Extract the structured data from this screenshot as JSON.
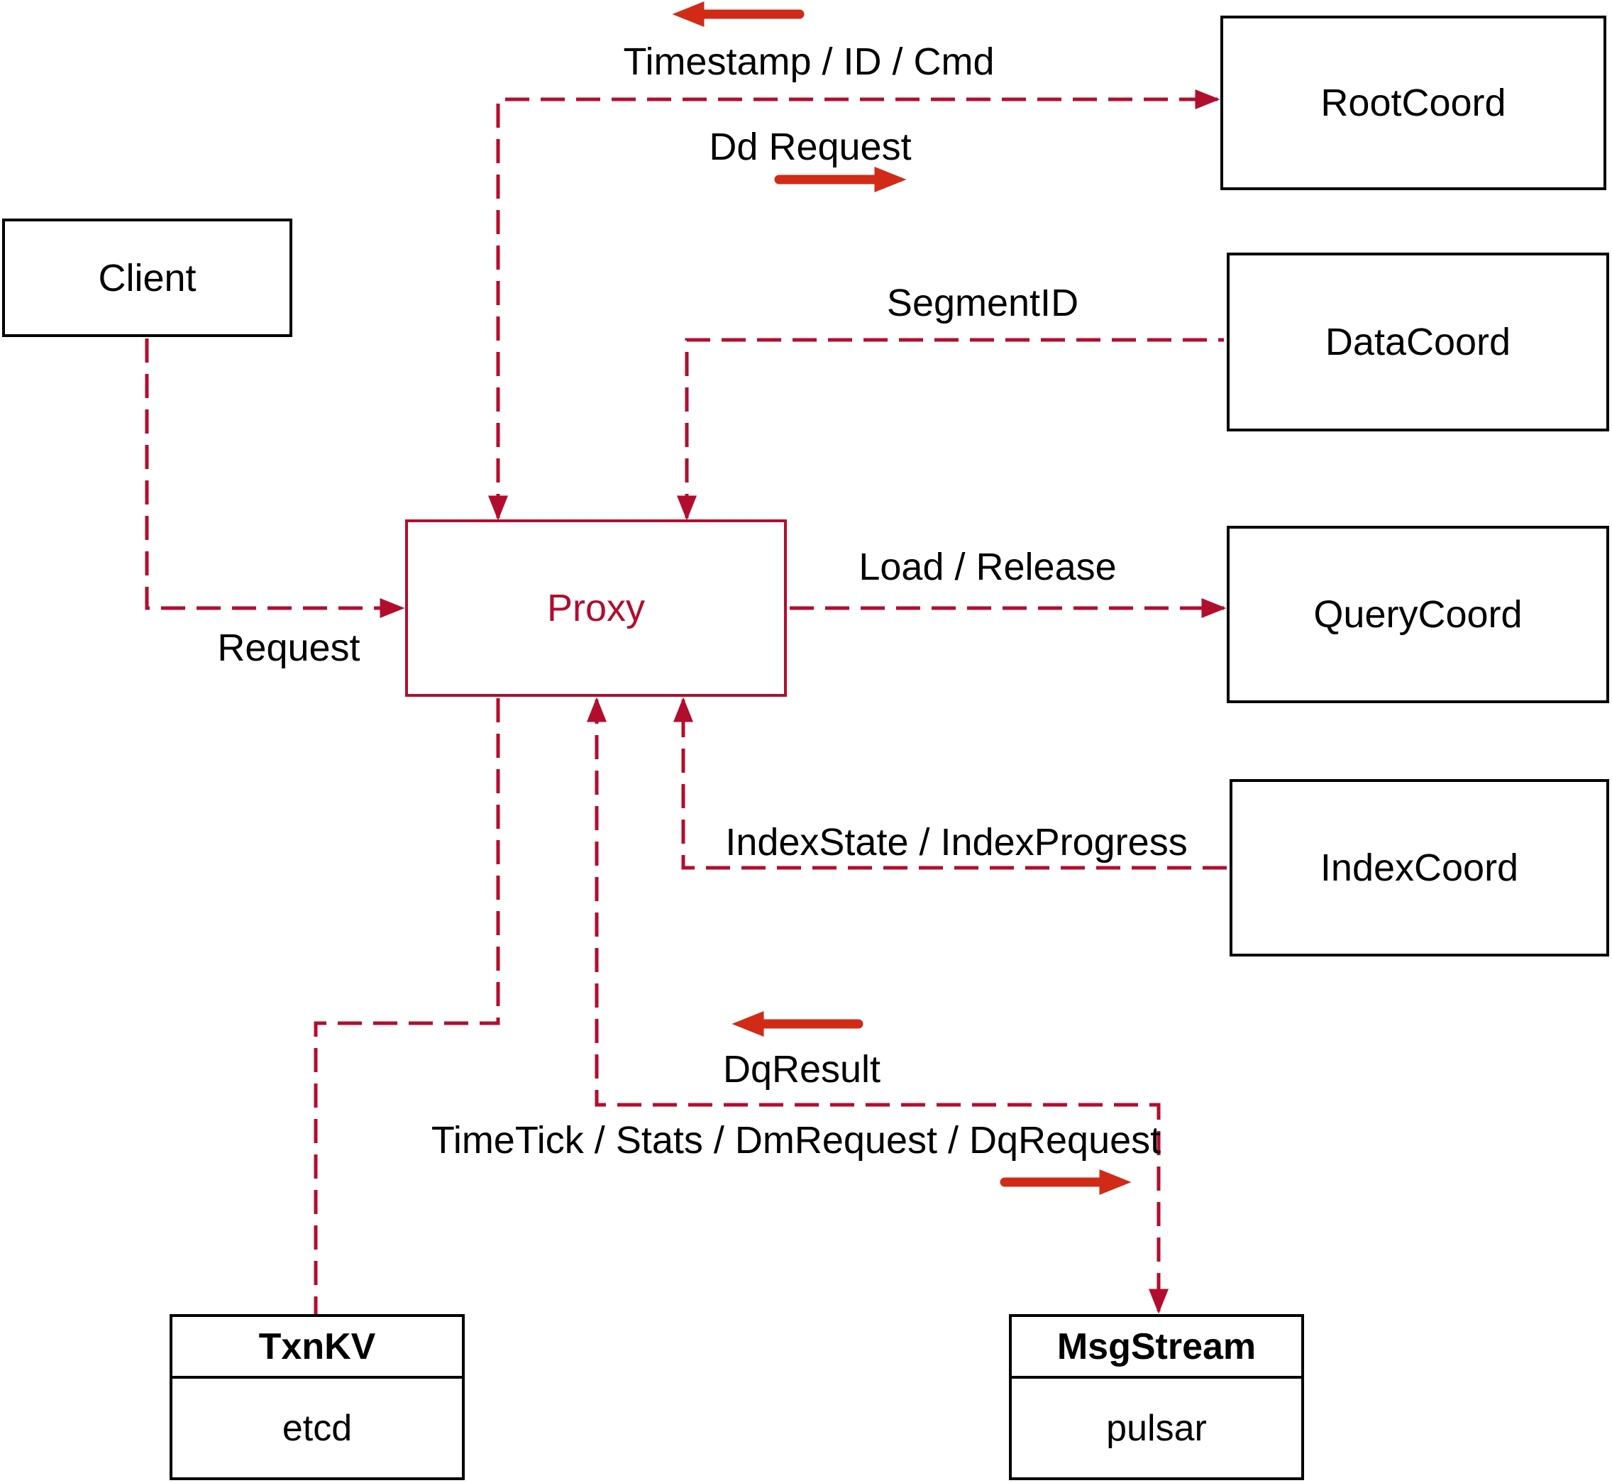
{
  "nodes": {
    "client": {
      "label": "Client"
    },
    "root_coord": {
      "label": "RootCoord"
    },
    "data_coord": {
      "label": "DataCoord"
    },
    "query_coord": {
      "label": "QueryCoord"
    },
    "index_coord": {
      "label": "IndexCoord"
    },
    "proxy": {
      "label": "Proxy"
    },
    "txn_kv": {
      "title": "TxnKV",
      "subtitle": "etcd"
    },
    "msg_stream": {
      "title": "MsgStream",
      "subtitle": "pulsar"
    }
  },
  "edges": {
    "proxy_rootcoord": {
      "from": "Proxy",
      "to": "RootCoord",
      "label_return": "Timestamp / ID / Cmd",
      "label_send": "Dd Request"
    },
    "datacoord_proxy": {
      "from": "DataCoord",
      "to": "Proxy",
      "label": "SegmentID"
    },
    "client_proxy": {
      "from": "Client",
      "to": "Proxy",
      "label": "Request"
    },
    "proxy_querycoord": {
      "from": "Proxy",
      "to": "QueryCoord",
      "label": "Load / Release"
    },
    "indexcoord_proxy": {
      "from": "IndexCoord",
      "to": "Proxy",
      "label": "IndexState / IndexProgress"
    },
    "proxy_msgstream": {
      "from": "Proxy",
      "to": "MsgStream",
      "label_return": "DqResult",
      "label_send": "TimeTick / Stats / DmRequest / DqRequest"
    },
    "proxy_txnkv": {
      "from": "Proxy",
      "to": "TxnKV"
    }
  },
  "colors": {
    "connector": "#b30d2e",
    "solid_arrow": "#d12a16",
    "node_border": "#000000",
    "proxy_accent": "#b30d2e",
    "text": "#000000",
    "background": "#ffffff"
  }
}
